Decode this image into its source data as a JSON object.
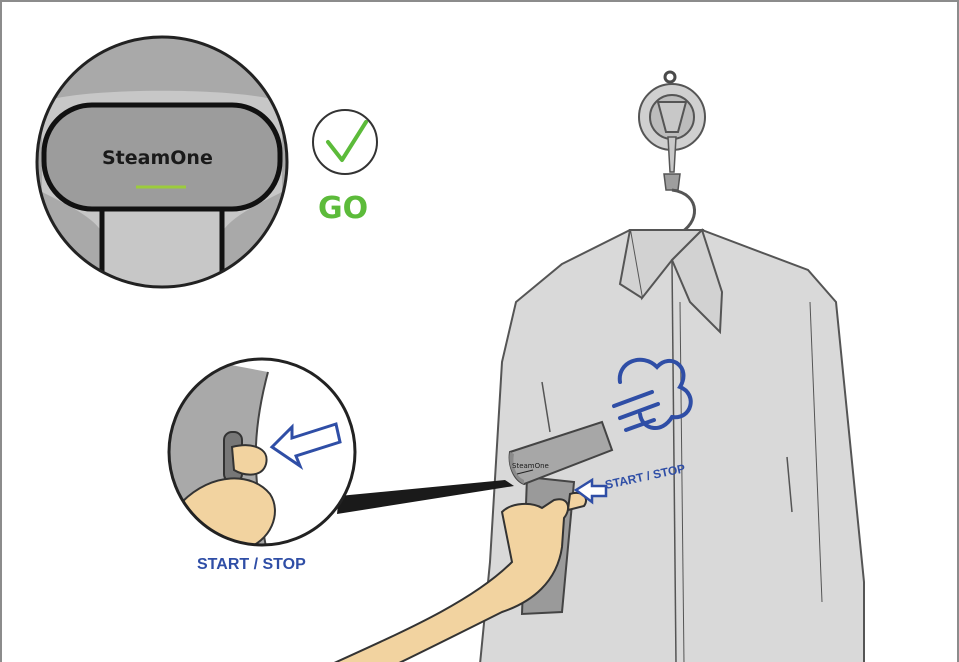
{
  "brand": {
    "name": "SteamOne",
    "small_name": "SteamOne"
  },
  "status": {
    "label": "GO",
    "color": "#5cbb3a",
    "icon": "checkmark-icon"
  },
  "labels": {
    "button_zoom": "START / STOP",
    "button_main": "START / STOP"
  },
  "colors": {
    "accent_blue": "#2f4ea6",
    "indicator_green": "#9ccc3c",
    "shirt": "#d9d9d9",
    "device": "#a3a3a3",
    "skin": "#f2d3a0"
  }
}
